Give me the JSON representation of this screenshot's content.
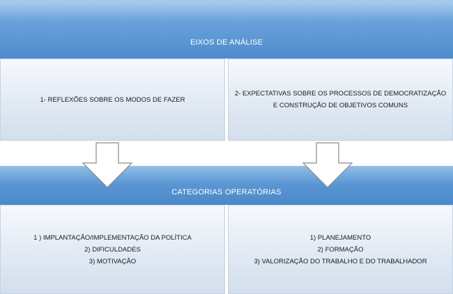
{
  "axes_header": {
    "title": "EIXOS DE ANÁLISE"
  },
  "axes": [
    {
      "lines": [
        "1- REFLEXÕES SOBRE OS MODOS DE FAZER"
      ]
    },
    {
      "lines": [
        "2- EXPECTATIVAS SOBRE OS PROCESSOS DE DEMOCRATIZAÇÃO",
        "E CONSTRUÇÃO DE OBJETIVOS COMUNS"
      ]
    }
  ],
  "categories_header": {
    "title": "CATEGORIAS OPERATÓRIAS"
  },
  "categories": [
    {
      "lines": [
        "1 ) IMPLANTAÇÃO/IMPLEMENTAÇÃO DA POLÍTICA",
        "2) DIFICULDADES",
        "3) MOTIVAÇÃO"
      ]
    },
    {
      "lines": [
        "1) PLANEJAMENTO",
        "2) FORMAÇÃO",
        "3) VALORIZAÇÃO DO TRABALHO E DO TRABALHADOR"
      ]
    }
  ],
  "colors": {
    "band": "#5a96d3",
    "panel": "#dfe8f3",
    "arrow_fill": "#ffffff",
    "arrow_stroke": "#8a8a8a"
  }
}
